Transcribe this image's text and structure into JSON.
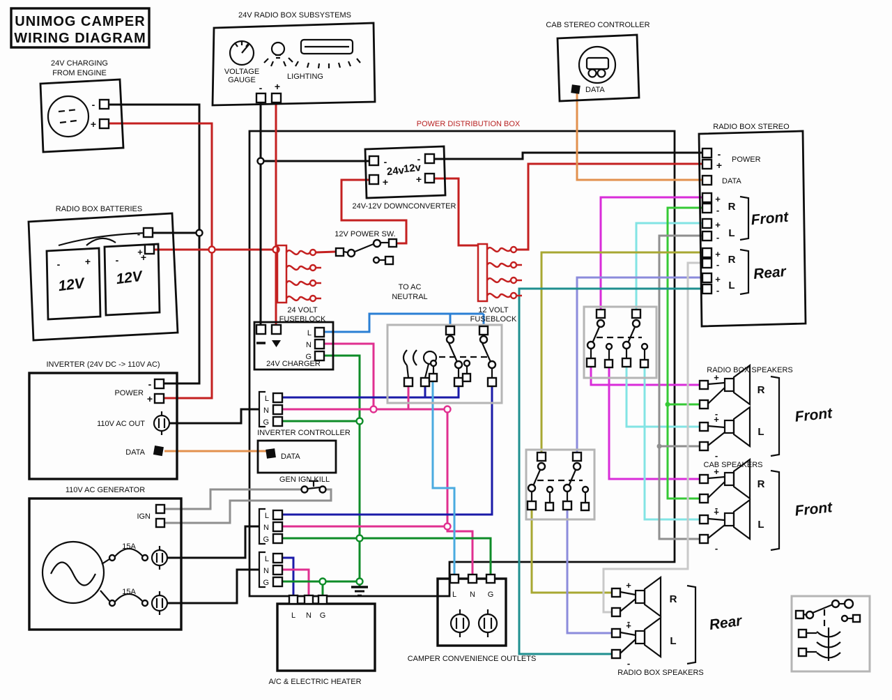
{
  "palette": {
    "black": "#0d0d0d",
    "red": "#c42020",
    "orange": "#e2914e",
    "pink": "#e03090",
    "magenta": "#d92cd9",
    "blue": "#2a7fd4",
    "ltblue": "#4aabe0",
    "navy": "#1a1aa8",
    "green": "#0e8c28",
    "ltgreen": "#35c935",
    "cyan": "#82e4e4",
    "gray": "#8f8f8f",
    "silver": "#c9c9c9",
    "olive": "#a8a832",
    "periwinkle": "#8c8cdc",
    "teal": "#1f8f8f",
    "boxgray": "#b5b5b5",
    "label_red": "#b82222"
  },
  "glyphs": {
    "plus": "+",
    "minus": "-",
    "l": "L",
    "n": "N",
    "g": "G",
    "r": "R"
  },
  "c": {
    "title": {
      "line1": "UNIMOG CAMPER",
      "line2": "WIRING DIAGRAM"
    },
    "charging": {
      "l1": "24V CHARGING",
      "l2": "FROM ENGINE"
    },
    "subsystems": {
      "label": "24V RADIO BOX SUBSYSTEMS",
      "v1": "VOLTAGE",
      "v2": "GAUGE",
      "lighting": "LIGHTING"
    },
    "cab": {
      "label": "CAB STEREO CONTROLLER",
      "data": "DATA"
    },
    "pdb": {
      "label": "POWER DISTRIBUTION BOX"
    },
    "stereo": {
      "label": "RADIO BOX STEREO",
      "power": "POWER",
      "data": "DATA",
      "front": "Front",
      "rear": "Rear"
    },
    "batteries": {
      "label": "RADIO BOX BATTERIES",
      "b1": "12V",
      "b2": "12V"
    },
    "downconverter": {
      "label": "24V-12V DOWNCONVERTER",
      "in": "24v",
      "out": "12v"
    },
    "powersw": {
      "label": "12V POWER SW."
    },
    "fb24": {
      "l1": "24 VOLT",
      "l2": "FUSEBLOCK"
    },
    "fb12": {
      "l1": "12 VOLT",
      "l2": "FUSEBLOCK"
    },
    "acneutral": {
      "l1": "TO AC",
      "l2": "NEUTRAL"
    },
    "charger": {
      "label": "24V CHARGER"
    },
    "inverter": {
      "label": "INVERTER (24V DC -> 110V AC)",
      "power": "POWER",
      "acout": "110V AC OUT",
      "data": "DATA"
    },
    "invctrl": {
      "label": "INVERTER CONTROLLER"
    },
    "databox": {
      "label": "DATA"
    },
    "genkill": {
      "label": "GEN IGN KILL"
    },
    "generator": {
      "label": "110V AC GENERATOR",
      "ign": "IGN",
      "f1": "15A",
      "f2": "15A"
    },
    "heater": {
      "label": "A/C & ELECTRIC HEATER"
    },
    "outlets": {
      "label": "CAMPER CONVENIENCE OUTLETS"
    },
    "fspk": {
      "label": "RADIO BOX SPEAKERS",
      "group": "Front"
    },
    "cspk": {
      "label": "CAB SPEAKERS",
      "group": "Front"
    },
    "rspk": {
      "label": "RADIO BOX SPEAKERS",
      "group": "Rear"
    }
  }
}
